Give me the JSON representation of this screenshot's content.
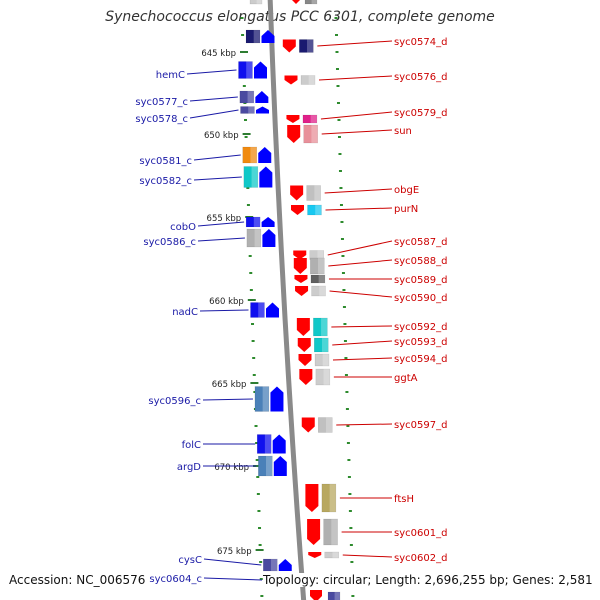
{
  "title": "Synechococcus elongatus PCC 6301, complete genome",
  "footer": {
    "accession": "Accession: NC_006576",
    "topology": "Topology: circular; Length: 2,696,255 bp; Genes: 2,581"
  },
  "colors": {
    "backbone": "#8a8a8a",
    "left_strand_label": "#1a1aa6",
    "right_strand_label": "#cc0000",
    "tick": "#2e7d32",
    "plus_strand": "#ff0000",
    "minus_strand": "#0000ff"
  },
  "position_ticks": [
    "645 kbp",
    "650 kbp",
    "655 kbp",
    "660 kbp",
    "665 kbp",
    "670 kbp",
    "675 kbp"
  ],
  "left_genes": [
    {
      "label": "hemC",
      "boxColor": "#1010ee"
    },
    {
      "label": "syc0577_c",
      "boxColor": "#4a4aa0"
    },
    {
      "label": "syc0578_c",
      "boxColor": "#4a4aa0"
    },
    {
      "label": "syc0581_c",
      "boxColor": "#f08a10"
    },
    {
      "label": "syc0582_c",
      "boxColor": "#10c8c8"
    },
    {
      "label": "cobO",
      "boxColor": "#1010ee"
    },
    {
      "label": "syc0586_c",
      "boxColor": "#b0b0b0"
    },
    {
      "label": "nadC",
      "boxColor": "#1010ee"
    },
    {
      "label": "syc0596_c",
      "boxColor": "#4a80b8"
    },
    {
      "label": "folC",
      "boxColor": "#1010ee"
    },
    {
      "label": "argD",
      "boxColor": "#4a80b8"
    },
    {
      "label": "cysC",
      "boxColor": "#4a4aa0"
    },
    {
      "label": "syc0604_c",
      "boxColor": "#4a4aa0"
    }
  ],
  "right_genes": [
    {
      "label": "syc0574_d",
      "boxColor": "#1a1a70"
    },
    {
      "label": "syc0576_d",
      "boxColor": "#cccccc"
    },
    {
      "label": "syc0579_d",
      "boxColor": "#e0208a"
    },
    {
      "label": "sun",
      "boxColor": "#e8909a"
    },
    {
      "label": "obgE",
      "boxColor": "#c0c0c0"
    },
    {
      "label": "purN",
      "boxColor": "#18c8f0"
    },
    {
      "label": "syc0587_d",
      "boxColor": "#cccccc"
    },
    {
      "label": "syc0588_d",
      "boxColor": "#b0b0b0"
    },
    {
      "label": "syc0589_d",
      "boxColor": "#606060"
    },
    {
      "label": "syc0590_d",
      "boxColor": "#cccccc"
    },
    {
      "label": "syc0592_d",
      "boxColor": "#10c8c8"
    },
    {
      "label": "syc0593_d",
      "boxColor": "#10c8c8"
    },
    {
      "label": "syc0594_d",
      "boxColor": "#cccccc"
    },
    {
      "label": "ggtA",
      "boxColor": "#cccccc"
    },
    {
      "label": "syc0597_d",
      "boxColor": "#c0c0c0"
    },
    {
      "label": "ftsH",
      "boxColor": "#b8a860"
    },
    {
      "label": "syc0601_d",
      "boxColor": "#b0b0b0"
    },
    {
      "label": "syc0602_d",
      "boxColor": "#cccccc"
    }
  ]
}
